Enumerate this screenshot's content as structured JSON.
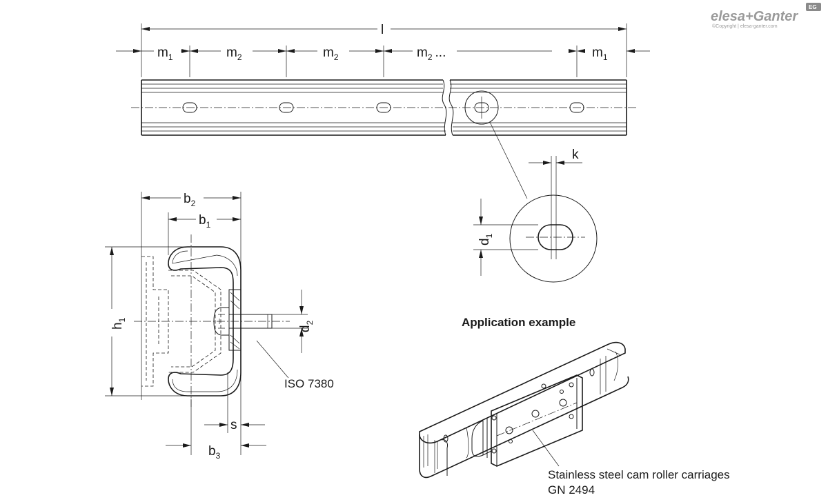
{
  "brand": {
    "name": "elesa+Ganter",
    "copyright": "©Copyright | elesa-ganter.com",
    "badge": "EG"
  },
  "top_view": {
    "overall_length": "l",
    "end_pitch": "m",
    "end_pitch_sub": "1",
    "pitch": "m",
    "pitch_sub": "2",
    "pitch_continued": "..."
  },
  "detail_view": {
    "slot_offset": "k",
    "slot_width": "d",
    "slot_width_sub": "1"
  },
  "section_view": {
    "width_outer": "b",
    "width_outer_sub": "2",
    "width_inner": "b",
    "width_inner_sub": "1",
    "height": "h",
    "height_sub": "1",
    "screw_diameter": "d",
    "screw_diameter_sub": "2",
    "screw_standard": "ISO 7380",
    "wall_thickness": "s",
    "profile_depth": "b",
    "profile_depth_sub": "3"
  },
  "application": {
    "title": "Application example",
    "caption_line1": "Stainless steel cam roller carriages",
    "caption_line2": "GN 2494"
  }
}
